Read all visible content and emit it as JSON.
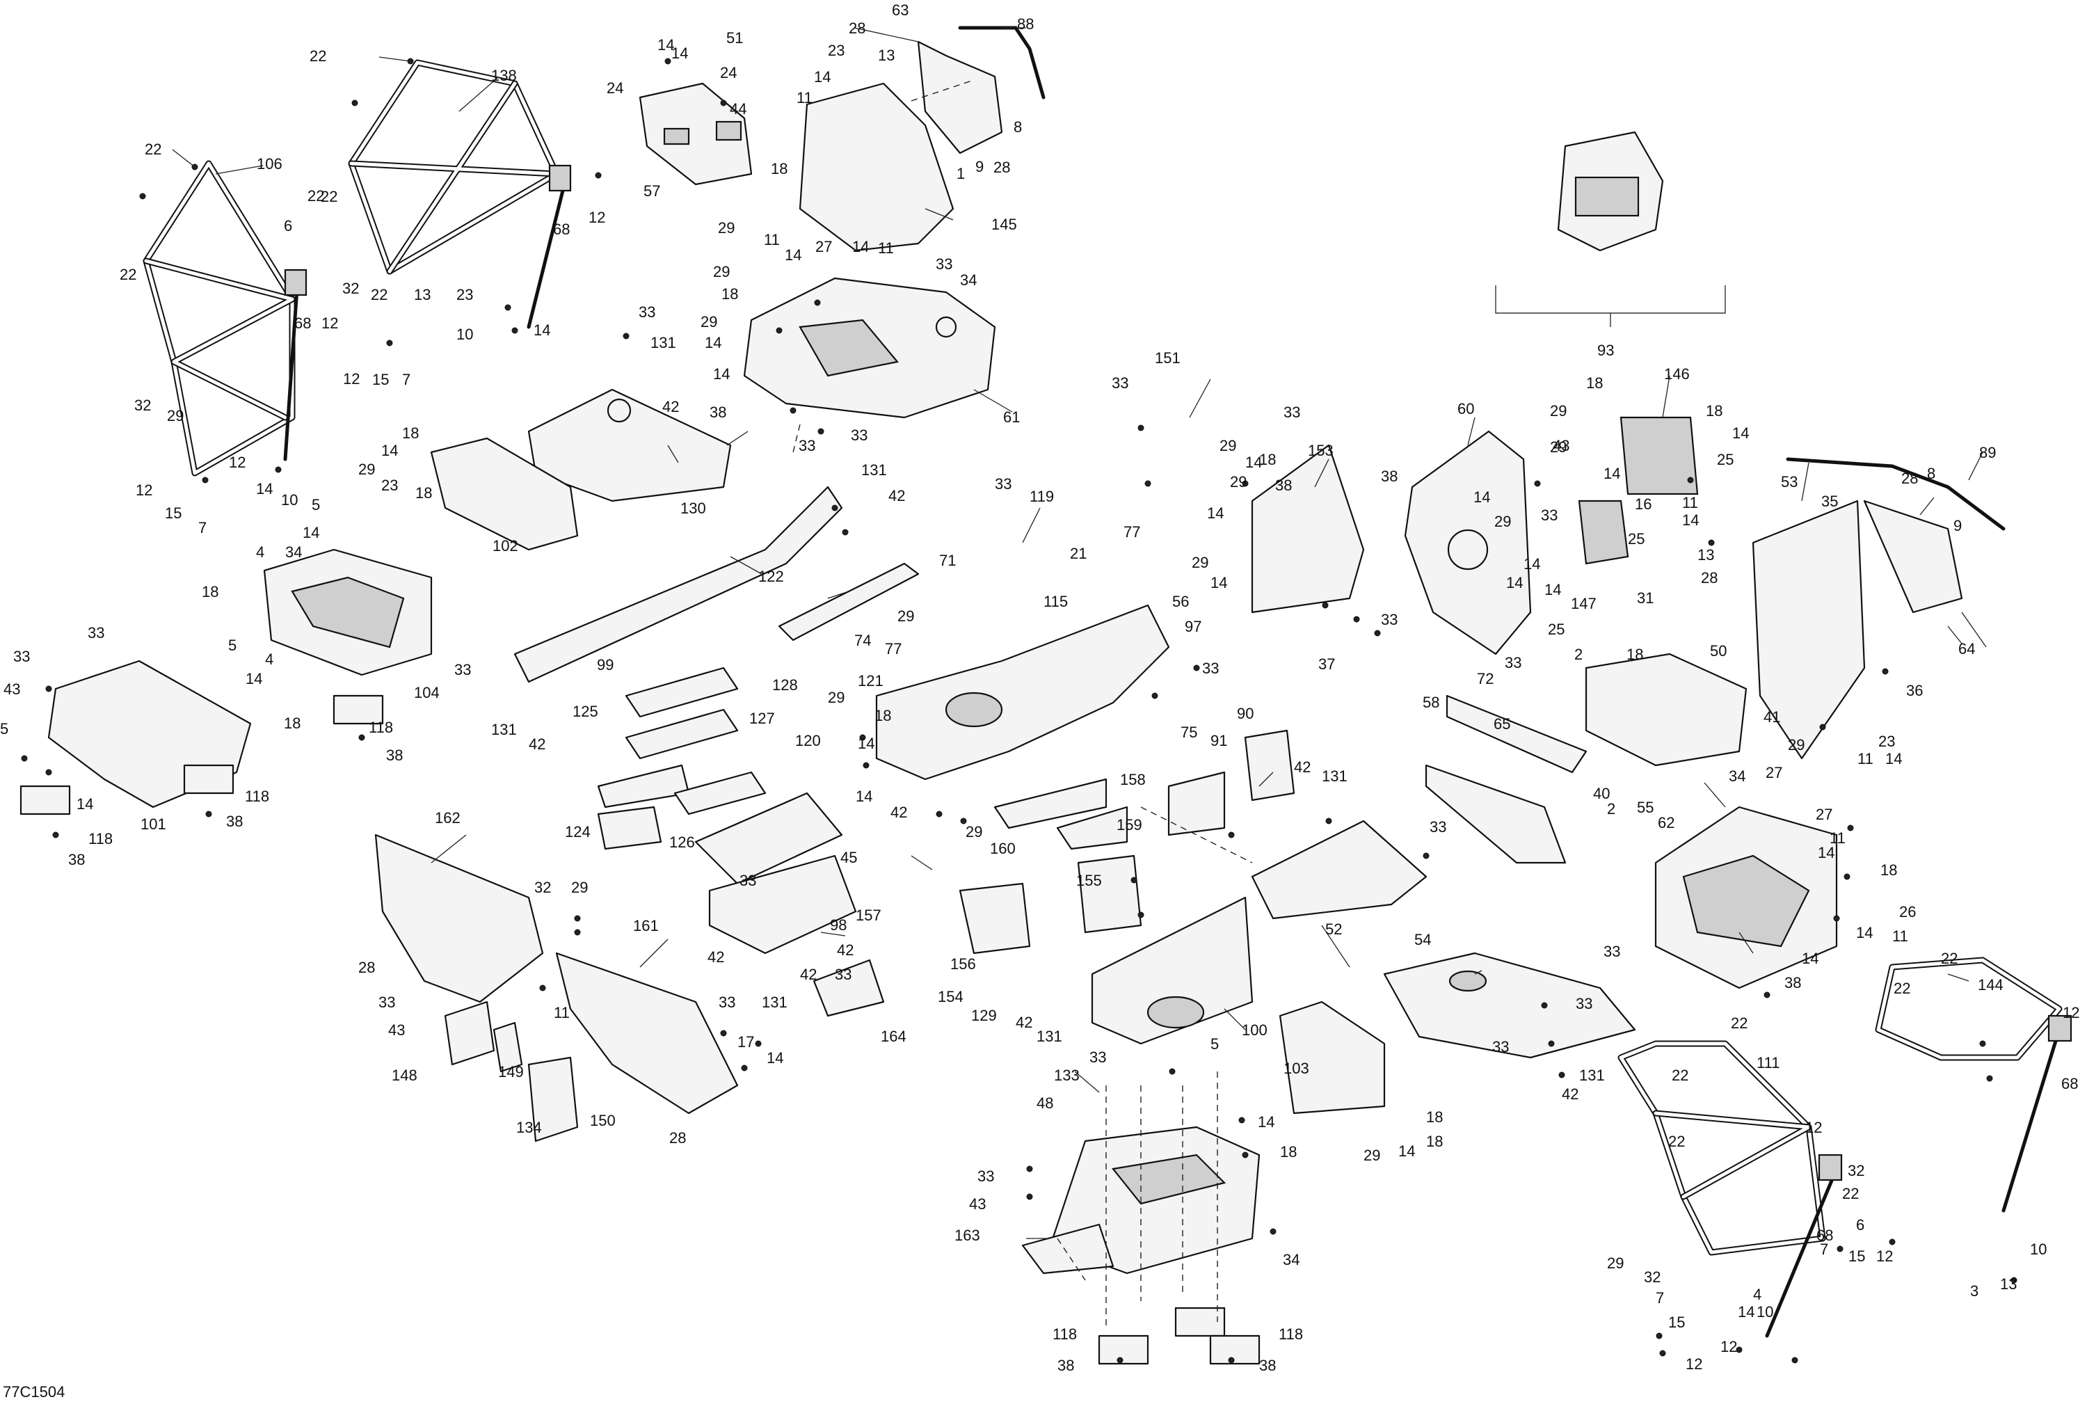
{
  "diagram_code": "77C1504",
  "callouts": {
    "c138": "138",
    "c106": "106",
    "c22": "22",
    "c6": "6",
    "c68": "68",
    "c12": "12",
    "c29": "29",
    "c32": "32",
    "c15": "15",
    "c7": "7",
    "c13": "13",
    "c10": "10",
    "c14": "14",
    "c23": "23",
    "c57": "57",
    "c24": "24",
    "c51": "51",
    "c44": "44",
    "c63": "63",
    "c88": "88",
    "c28": "28",
    "c11": "11",
    "c18": "18",
    "c8": "8",
    "c9": "9",
    "c1": "1",
    "c145": "145",
    "c27": "27",
    "c33": "33",
    "c34": "34",
    "c61": "61",
    "c38": "38",
    "c131": "131",
    "c42": "42",
    "c130": "130",
    "c102": "102",
    "c5": "5",
    "c4": "4",
    "c104": "104",
    "c118": "118",
    "c101": "101",
    "c43": "43",
    "c122": "122",
    "c99": "99",
    "c119": "119",
    "c74": "74",
    "c128": "128",
    "c127": "127",
    "c125": "125",
    "c124": "124",
    "c126": "126",
    "c120": "120",
    "c71": "71",
    "c115": "115",
    "c21": "21",
    "c77": "77",
    "c56": "56",
    "c97": "97",
    "c121": "121",
    "c151": "151",
    "c153": "153",
    "c60": "60",
    "c37": "37",
    "c93": "93",
    "c146": "146",
    "c147": "147",
    "c16": "16",
    "c25": "25",
    "c31": "31",
    "c53": "53",
    "c35": "35",
    "c89": "89",
    "c64": "64",
    "c36": "36",
    "c50": "50",
    "c41": "41",
    "c2": "2",
    "c40": "40",
    "c55": "55",
    "c72": "72",
    "c65": "65",
    "c58": "58",
    "c90": "90",
    "c91": "91",
    "c75": "75",
    "c158": "158",
    "c159": "159",
    "c160": "160",
    "c157": "157",
    "c155": "155",
    "c45": "45",
    "c98": "98",
    "c164": "164",
    "c156": "156",
    "c154": "154",
    "c129": "129",
    "c52": "52",
    "c100": "100",
    "c162": "162",
    "c161": "161",
    "c148": "148",
    "c149": "149",
    "c134": "134",
    "c150": "150",
    "c17": "17",
    "c54": "54",
    "c103": "103",
    "c133": "133",
    "c48": "48",
    "c163": "163",
    "c62": "62",
    "c26": "26",
    "c111": "111",
    "c144": "144",
    "c3": "3"
  }
}
